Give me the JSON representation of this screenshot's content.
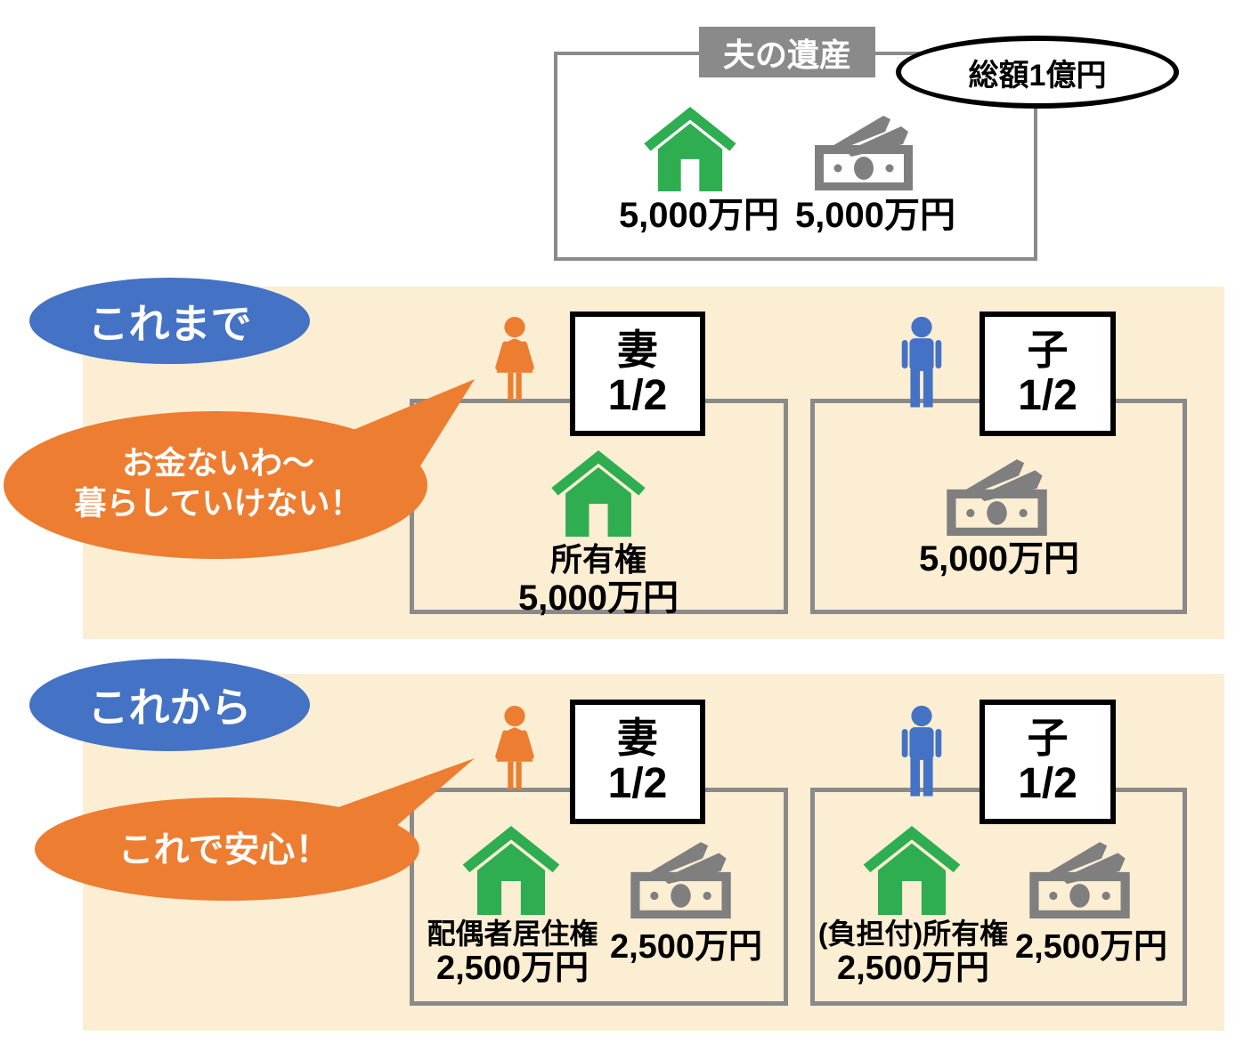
{
  "colors": {
    "blue": "#4472c4",
    "orange": "#ed7d31",
    "green": "#2ead51",
    "beige": "#fceed3",
    "icon_gray": "#7f7f7f",
    "border_gray": "#8a8a8a"
  },
  "estate": {
    "title": "夫の遺産",
    "total_label": "総額1億円",
    "house_value": "5,000万円",
    "money_value": "5,000万円"
  },
  "before": {
    "tag": "これまで",
    "bubble": {
      "line1": "お金ないわ～",
      "line2": "暮らしていけない！"
    },
    "wife": {
      "name": "妻",
      "share": "1/2",
      "asset1_label": "所有権",
      "asset1_value": "5,000万円"
    },
    "child": {
      "name": "子",
      "share": "1/2",
      "asset1_value": "5,000万円"
    }
  },
  "after": {
    "tag": "これから",
    "bubble": {
      "line1": "これで安心！"
    },
    "wife": {
      "name": "妻",
      "share": "1/2",
      "asset1_label": "配偶者居住権",
      "asset1_value": "2,500万円",
      "asset2_value": "2,500万円"
    },
    "child": {
      "name": "子",
      "share": "1/2",
      "asset1_label": "(負担付)所有権",
      "asset1_value": "2,500万円",
      "asset2_value": "2,500万円"
    }
  }
}
